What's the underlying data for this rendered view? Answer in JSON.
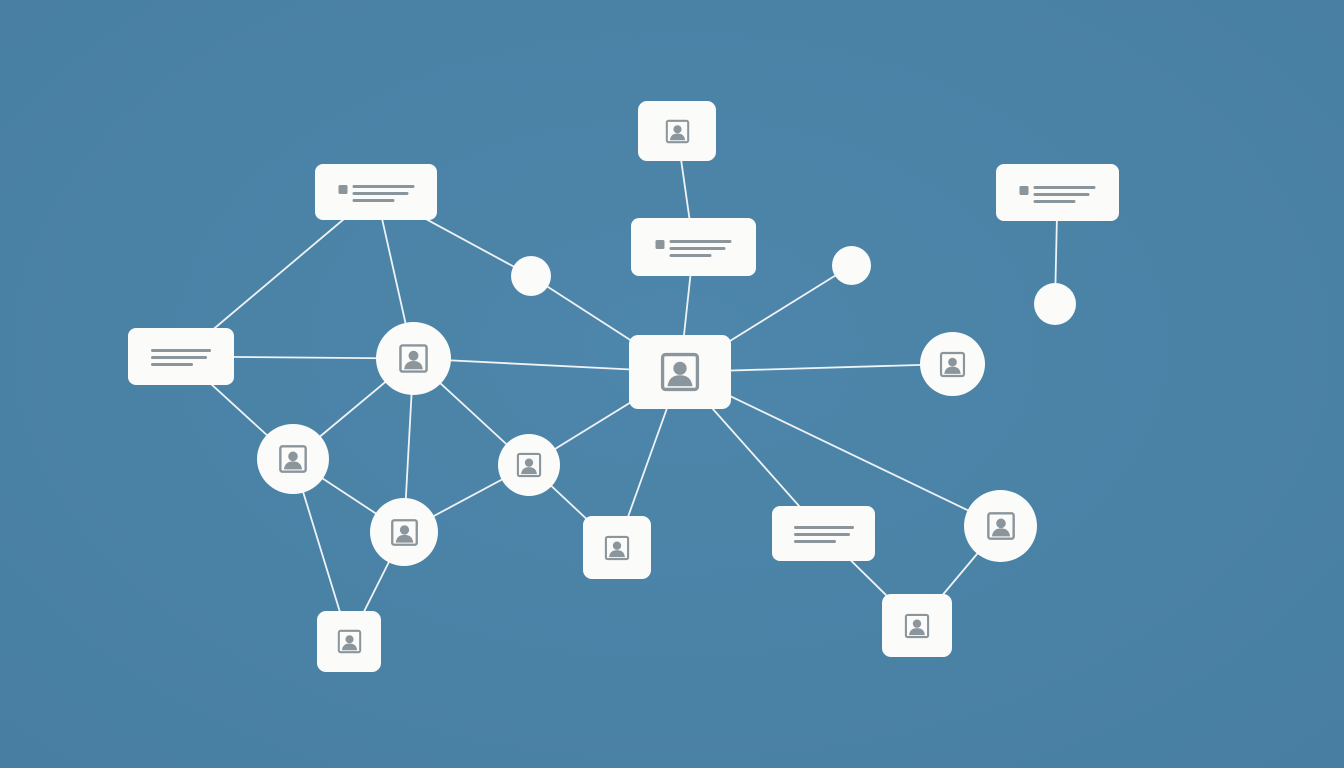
{
  "diagram": {
    "type": "network-graph",
    "colors": {
      "background": "#4a82a6",
      "node_fill": "#fbfbfa",
      "edge_stroke": "#eef3f6",
      "glyph": "#8b959c"
    },
    "node_kinds": {
      "card": "text-card-icon",
      "square": "user-profile-icon",
      "circle": "user-profile-icon",
      "dot": "plain-dot"
    },
    "nodes": [
      {
        "id": "card-top-left",
        "kind": "card",
        "variant": "badge"
      },
      {
        "id": "card-left",
        "kind": "card",
        "variant": "lines"
      },
      {
        "id": "card-center-top",
        "kind": "card",
        "variant": "badge"
      },
      {
        "id": "card-right-top",
        "kind": "card",
        "variant": "badge"
      },
      {
        "id": "card-bottom-right",
        "kind": "card",
        "variant": "lines"
      },
      {
        "id": "square-top",
        "kind": "square"
      },
      {
        "id": "square-hub",
        "kind": "square"
      },
      {
        "id": "square-center-bottom",
        "kind": "square"
      },
      {
        "id": "square-bottom-left",
        "kind": "square"
      },
      {
        "id": "square-bottom-right",
        "kind": "square"
      },
      {
        "id": "circle-left-hub",
        "kind": "circle"
      },
      {
        "id": "circle-left",
        "kind": "circle"
      },
      {
        "id": "circle-lower-left",
        "kind": "circle"
      },
      {
        "id": "circle-center",
        "kind": "circle"
      },
      {
        "id": "circle-right",
        "kind": "circle"
      },
      {
        "id": "circle-lower-right",
        "kind": "circle"
      },
      {
        "id": "dot-center-left",
        "kind": "dot"
      },
      {
        "id": "dot-center-right",
        "kind": "dot"
      },
      {
        "id": "dot-right",
        "kind": "dot"
      }
    ],
    "edges": [
      [
        "square-top",
        "card-center-top"
      ],
      [
        "card-center-top",
        "square-hub"
      ],
      [
        "card-top-left",
        "card-left"
      ],
      [
        "card-top-left",
        "circle-left-hub"
      ],
      [
        "card-top-left",
        "dot-center-left"
      ],
      [
        "dot-center-left",
        "square-hub"
      ],
      [
        "card-left",
        "circle-left-hub"
      ],
      [
        "card-left",
        "circle-left"
      ],
      [
        "circle-left-hub",
        "square-hub"
      ],
      [
        "circle-left-hub",
        "circle-left"
      ],
      [
        "circle-left-hub",
        "circle-lower-left"
      ],
      [
        "circle-left-hub",
        "circle-center"
      ],
      [
        "circle-left",
        "circle-lower-left"
      ],
      [
        "circle-left",
        "square-bottom-left"
      ],
      [
        "circle-lower-left",
        "square-bottom-left"
      ],
      [
        "circle-lower-left",
        "circle-center"
      ],
      [
        "circle-center",
        "square-hub"
      ],
      [
        "circle-center",
        "square-center-bottom"
      ],
      [
        "square-hub",
        "square-center-bottom"
      ],
      [
        "square-hub",
        "dot-center-right"
      ],
      [
        "square-hub",
        "circle-right"
      ],
      [
        "square-hub",
        "card-bottom-right"
      ],
      [
        "square-hub",
        "circle-lower-right"
      ],
      [
        "card-bottom-right",
        "square-bottom-right"
      ],
      [
        "circle-lower-right",
        "square-bottom-right"
      ],
      [
        "card-right-top",
        "dot-right"
      ]
    ]
  }
}
